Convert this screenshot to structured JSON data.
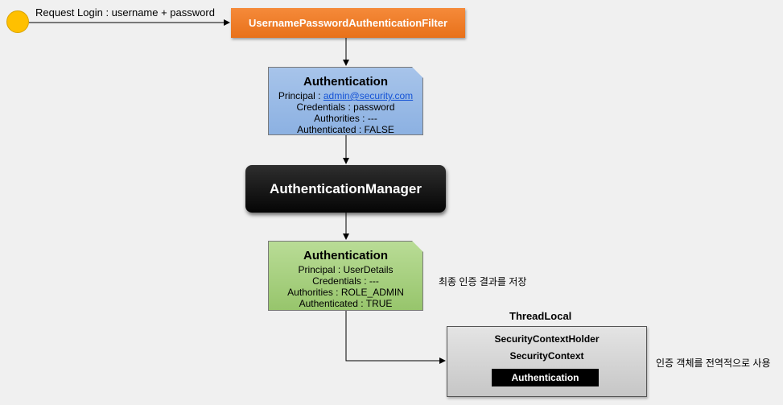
{
  "start": {
    "label": "Request Login : username + password"
  },
  "filter": {
    "label": "UsernamePasswordAuthenticationFilter"
  },
  "auth_before": {
    "title": "Authentication",
    "principal_prefix": "Principal : ",
    "principal_link": "admin@security.com",
    "credentials": "Credentials : password",
    "authorities": "Authorities : ---",
    "authenticated": "Authenticated : FALSE"
  },
  "manager": {
    "label": "AuthenticationManager"
  },
  "auth_after": {
    "title": "Authentication",
    "principal": "Principal : UserDetails",
    "credentials": "Credentials : ---",
    "authorities": "Authorities : ROLE_ADMIN",
    "authenticated": "Authenticated : TRUE"
  },
  "notes": {
    "save_result": "최종 인증 결과를 저장",
    "global_use": "인증 객체를 전역적으로 사용"
  },
  "thread_local": {
    "title": "ThreadLocal",
    "holder": "SecurityContextHolder",
    "context": "SecurityContext",
    "authentication": "Authentication"
  },
  "colors": {
    "start_dot": "#ffc000",
    "filter": "#f07b28",
    "auth_before": "#8cb1e2",
    "manager": "#111111",
    "auth_after": "#97c56c",
    "thread_local": "#d6d6d6"
  }
}
